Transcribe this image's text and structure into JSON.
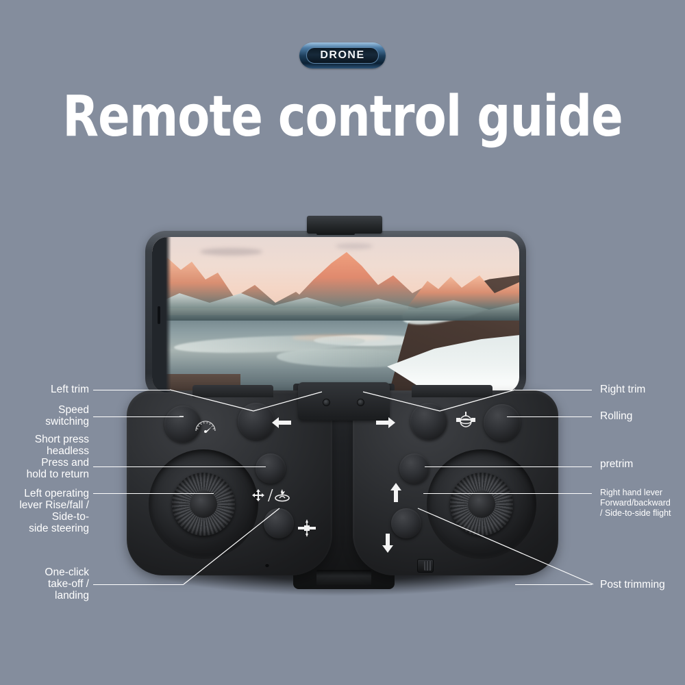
{
  "badge": {
    "text": "DRONE",
    "accent": "#2b5377"
  },
  "title": "Remote control guide",
  "background_color": "#848d9d",
  "text_color": "#ffffff",
  "device": {
    "name": "drone-remote-controller",
    "phone_screen_image": "mountain-lake-sunset-landscape"
  },
  "callouts": {
    "left": [
      {
        "id": "left-trim",
        "label": "Left trim"
      },
      {
        "id": "speed-switching",
        "label": "Speed\nswitching"
      },
      {
        "id": "headless-return",
        "label": "Short press\nheadless\nPress and\nhold to return"
      },
      {
        "id": "left-operating-lever",
        "label": "Left operating\nlever Rise/fall /\nSide-to-\nside steering"
      },
      {
        "id": "one-click-takeoff-landing",
        "label": "One-click\ntake-off /\nlanding"
      }
    ],
    "right": [
      {
        "id": "right-trim",
        "label": "Right trim"
      },
      {
        "id": "rolling",
        "label": "Rolling"
      },
      {
        "id": "pretrim",
        "label": "pretrim"
      },
      {
        "id": "right-hand-lever",
        "label": "Right hand lever\nForward/backward\n/ Side-to-side flight"
      },
      {
        "id": "post-trimming",
        "label": "Post trimming"
      }
    ]
  },
  "controller_glyphs": {
    "left_arrow": "←",
    "right_arrow": "→",
    "up_arrow": "↑",
    "down_arrow": "↓",
    "speed_gauge": "speedometer-icon",
    "headless_return": "headless-mode-and-return-home-icon",
    "takeoff_landing": "takeoff-landing-icon",
    "rolling": "3d-flip-roll-icon"
  }
}
